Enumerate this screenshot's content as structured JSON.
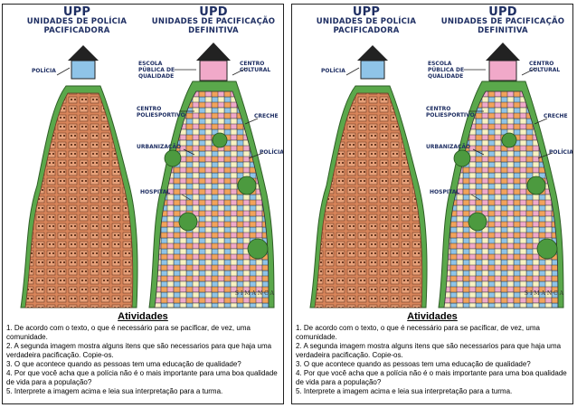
{
  "left": {
    "title_left": {
      "upp": "UPP",
      "subtitle": "UNIDADES DE POLÍCIA PACIFICADORA"
    },
    "title_right": {
      "upd": "UPD",
      "subtitle": "UNIDADES DE PACIFICAÇÃO DEFINITIVA"
    },
    "labels": {
      "policia_left": "POLÍCIA",
      "escola": "ESCOLA PÚBLICA DE QUALIDADE",
      "centro_cultural": "CENTRO CULTURAL",
      "centro_poli": "CENTRO POLIESPORTIVO",
      "creche": "CRECHE",
      "urbanizacao": "URBANIZAÇÃO",
      "policia_right": "POLÍCIA",
      "hospital": "HOSPITAL"
    },
    "signature": "SIMANCA",
    "heading": "Atividades",
    "questions": [
      "1. De acordo com o texto, o que é necessário para se pacificar, de vez, uma comunidade.",
      "2.  A segunda imagem mostra alguns itens que são necessarios para que haja uma verdadeira pacificação. Copie-os.",
      "3. O que acontece quando as pessoas tem uma educação de qualidade?",
      "4. Por que você acha que a polícia não é o mais importante para uma boa qualidade de vida para a população?",
      "5. Interprete a imagem acima e  leia sua interpretação para a turma."
    ]
  },
  "right": {
    "title_left": {
      "upp": "UPP",
      "subtitle": "UNIDADES DE POLÍCIA PACIFICADORA"
    },
    "title_right": {
      "upd": "UPD",
      "subtitle": "UNIDADES DE PACIFICAÇÃO DEFINITIVA"
    },
    "labels": {
      "policia_left": "POLÍCIA",
      "escola": "ESCOLA PÚBLICA DE QUALIDADE",
      "centro_cultural": "CENTRO CULTURAL",
      "centro_poli": "CENTRO POLIESPORTIVO",
      "creche": "CRECHE",
      "urbanizacao": "URBANIZAÇÃO",
      "policia_right": "POLÍCIA",
      "hospital": "HOSPITAL"
    },
    "signature": "SIMANCA",
    "heading": "Atividades",
    "questions": [
      "1. De acordo com o texto, o que é necessário para se pacificar, de vez, uma comunidade.",
      "2.  A segunda imagem mostra alguns itens que são necessarios para que haja uma verdadeira pacificação. Copie-os.",
      "3. O que acontece quando as pessoas tem uma educação de qualidade?",
      "4. Por que você acha que a polícia não é o mais importante para uma boa qualidade de vida para a população?",
      "5. Interprete a imagem acima e  leia sua interpretação para a turma."
    ]
  },
  "colors": {
    "title_blue": "#1f2f63",
    "hill_orange": "#d9855a",
    "hill_green": "#5aa84b",
    "house_pink": "#f1a9c9",
    "house_blue": "#8fc4e8",
    "house_yellow": "#f3d76b",
    "roof_black": "#222222"
  }
}
